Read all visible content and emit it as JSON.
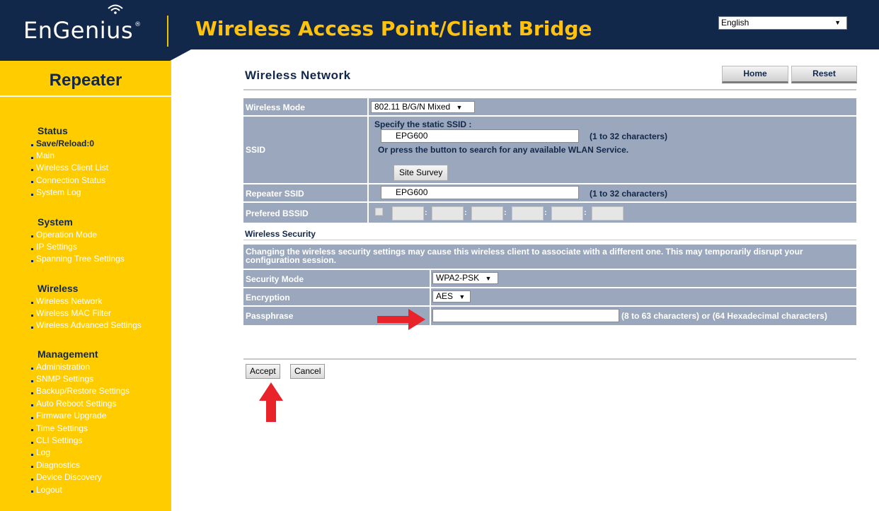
{
  "header": {
    "logo_text": "EnGenius",
    "logo_reg": "®",
    "title": "Wireless Access Point/Client Bridge",
    "language": "English",
    "brand_navy": "#12284a",
    "brand_yellow": "#ffcc00"
  },
  "sidebar": {
    "title": "Repeater",
    "sections": [
      {
        "heading": "Status",
        "items": [
          "Save/Reload:0",
          "Main",
          "Wireless Client List",
          "Connection Status",
          "System Log"
        ]
      },
      {
        "heading": "System",
        "items": [
          "Operation Mode",
          "IP Settings",
          "Spanning Tree Settings"
        ]
      },
      {
        "heading": "Wireless",
        "items": [
          "Wireless Network",
          "Wireless MAC Filter",
          "Wireless Advanced Settings"
        ]
      },
      {
        "heading": "Management",
        "items": [
          "Administration",
          "SNMP Settings",
          "Backup/Restore Settings",
          "Auto Reboot Settings",
          "Firmware Upgrade",
          "Time Settings",
          "CLI Settings",
          "Log",
          "Diagnostics",
          "Device Discovery",
          "Logout"
        ]
      }
    ]
  },
  "main": {
    "title": "Wireless Network",
    "home_button": "Home",
    "reset_button": "Reset",
    "wireless_mode": {
      "label": "Wireless Mode",
      "value": "802.11 B/G/N Mixed"
    },
    "ssid": {
      "label": "SSID",
      "specify_text": "Specify the static SSID  :",
      "value": "EPG600",
      "hint": "(1 to 32 characters)",
      "or_text": "Or press the button to search for any available WLAN Service.",
      "survey_button": "Site Survey"
    },
    "repeater_ssid": {
      "label": "Repeater SSID",
      "value": "EPG600",
      "hint": "(1 to 32 characters)"
    },
    "preferred_bssid": {
      "label": "Prefered BSSID"
    },
    "security": {
      "section_title": "Wireless Security",
      "warning": "Changing the wireless security settings may cause this wireless client to associate with a different one. This may temporarily disrupt your configuration session.",
      "mode_label": "Security Mode",
      "mode_value": "WPA2-PSK",
      "encryption_label": "Encryption",
      "encryption_value": "AES",
      "passphrase_label": "Passphrase",
      "passphrase_value": "",
      "passphrase_hint": "(8 to 63 characters) or (64 Hexadecimal characters)"
    },
    "accept_button": "Accept",
    "cancel_button": "Cancel",
    "annotation_color": "#e8232a"
  }
}
